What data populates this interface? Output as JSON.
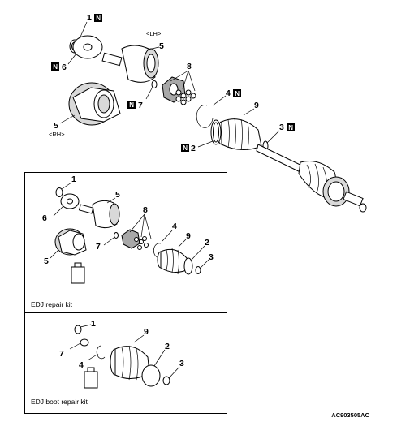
{
  "main": {
    "callouts": {
      "c1": "1",
      "c5lh": "5",
      "c6": "6",
      "c8": "8",
      "c4": "4",
      "c9": "9",
      "c3": "3",
      "c7": "7",
      "c2": "2",
      "c5rh": "5"
    },
    "new_mark": "N",
    "side_lh": "<LH>",
    "side_rh": "<RH>"
  },
  "edj_repair_kit": {
    "callouts": {
      "c1": "1",
      "c5": "5",
      "c6": "6",
      "c8": "8",
      "c4": "4",
      "c9": "9",
      "c7": "7",
      "c2": "2",
      "c5b": "5",
      "c3": "3"
    },
    "label": "EDJ repair kit"
  },
  "edj_boot_repair_kit": {
    "callouts": {
      "c1": "1",
      "c7": "7",
      "c9": "9",
      "c2": "2",
      "c4": "4",
      "c3": "3"
    },
    "label": "EDJ boot repair kit"
  },
  "figure_code": "AC903505AC"
}
